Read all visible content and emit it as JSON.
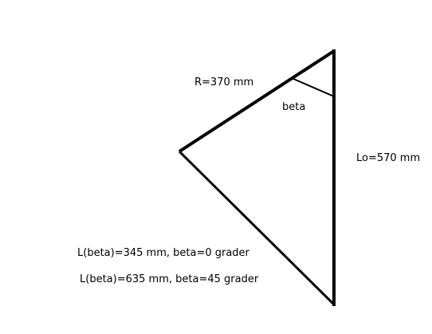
{
  "labels": {
    "radius": "R=370 mm",
    "angle": "beta",
    "base_length": "Lo=570 mm",
    "case_beta_0": "L(beta)=345 mm, beta=0 grader",
    "case_beta_45": "L(beta)=635 mm, beta=45 grader"
  },
  "colors": {
    "stroke": "#000000",
    "background": "#ffffff"
  }
}
